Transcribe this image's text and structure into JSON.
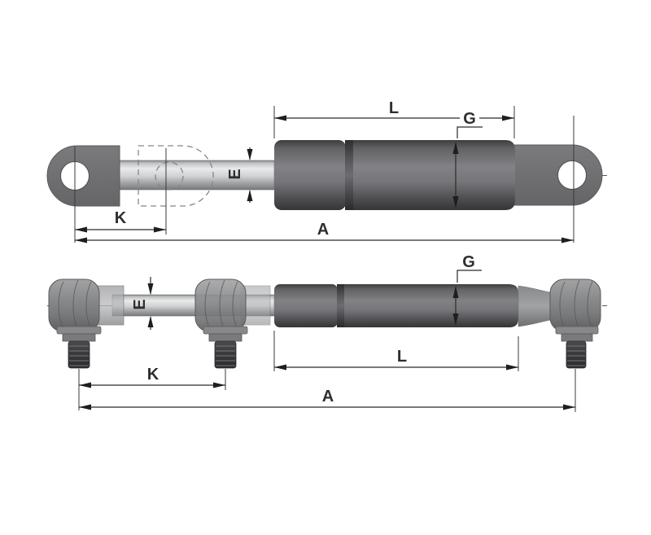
{
  "colors": {
    "background": "#ffffff",
    "dimension_line": "#2a2a2a",
    "label": "#2e2e2e",
    "body_dark_metal": "#5a5a5d",
    "rod_light_metal": "#d9dadb",
    "eyelet_gray": "#717173"
  },
  "top_view": {
    "dim_L": "L",
    "dim_G": "G",
    "dim_E": "E",
    "dim_K": "K",
    "dim_A": "A"
  },
  "bottom_view": {
    "dim_L": "L",
    "dim_G": "G",
    "dim_E": "E",
    "dim_K": "K",
    "dim_A": "A"
  }
}
